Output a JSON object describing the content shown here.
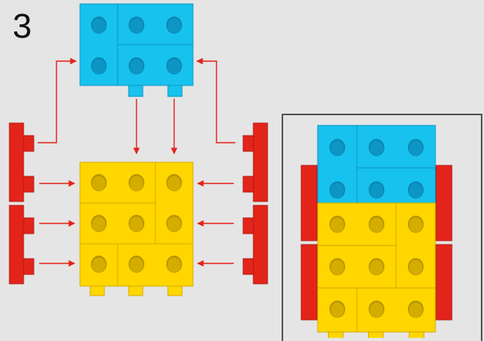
{
  "step": {
    "number": "3"
  },
  "colors": {
    "background": "#e5e5e5",
    "blue": "#18c2ee",
    "blue_dark": "#0d96c4",
    "blue_stud": "#0a87b3",
    "yellow": "#ffd600",
    "yellow_dark": "#d4ad00",
    "yellow_stud": "#b79500",
    "red": "#e3241b",
    "red_dark": "#b51a13",
    "arrow": "#e3241b",
    "frame": "#555555"
  },
  "diagram": {
    "exploded_view": {
      "top_part": {
        "color": "blue",
        "grid": "3x2",
        "stud_count": 6,
        "bottom_pegs": 2
      },
      "base_part": {
        "color": "yellow",
        "grid": "3x3",
        "stud_count": 9,
        "bottom_pegs": 3
      },
      "side_rails": {
        "color": "red",
        "count": 4,
        "pegs_per_rail": 2
      },
      "arrows": {
        "count": 10,
        "direction": "toward-center"
      }
    },
    "assembled_view": {
      "top_part": {
        "color": "blue",
        "stud_count": 6
      },
      "base_part": {
        "color": "yellow",
        "stud_count": 9
      },
      "side_rails": {
        "count": 4
      }
    }
  }
}
